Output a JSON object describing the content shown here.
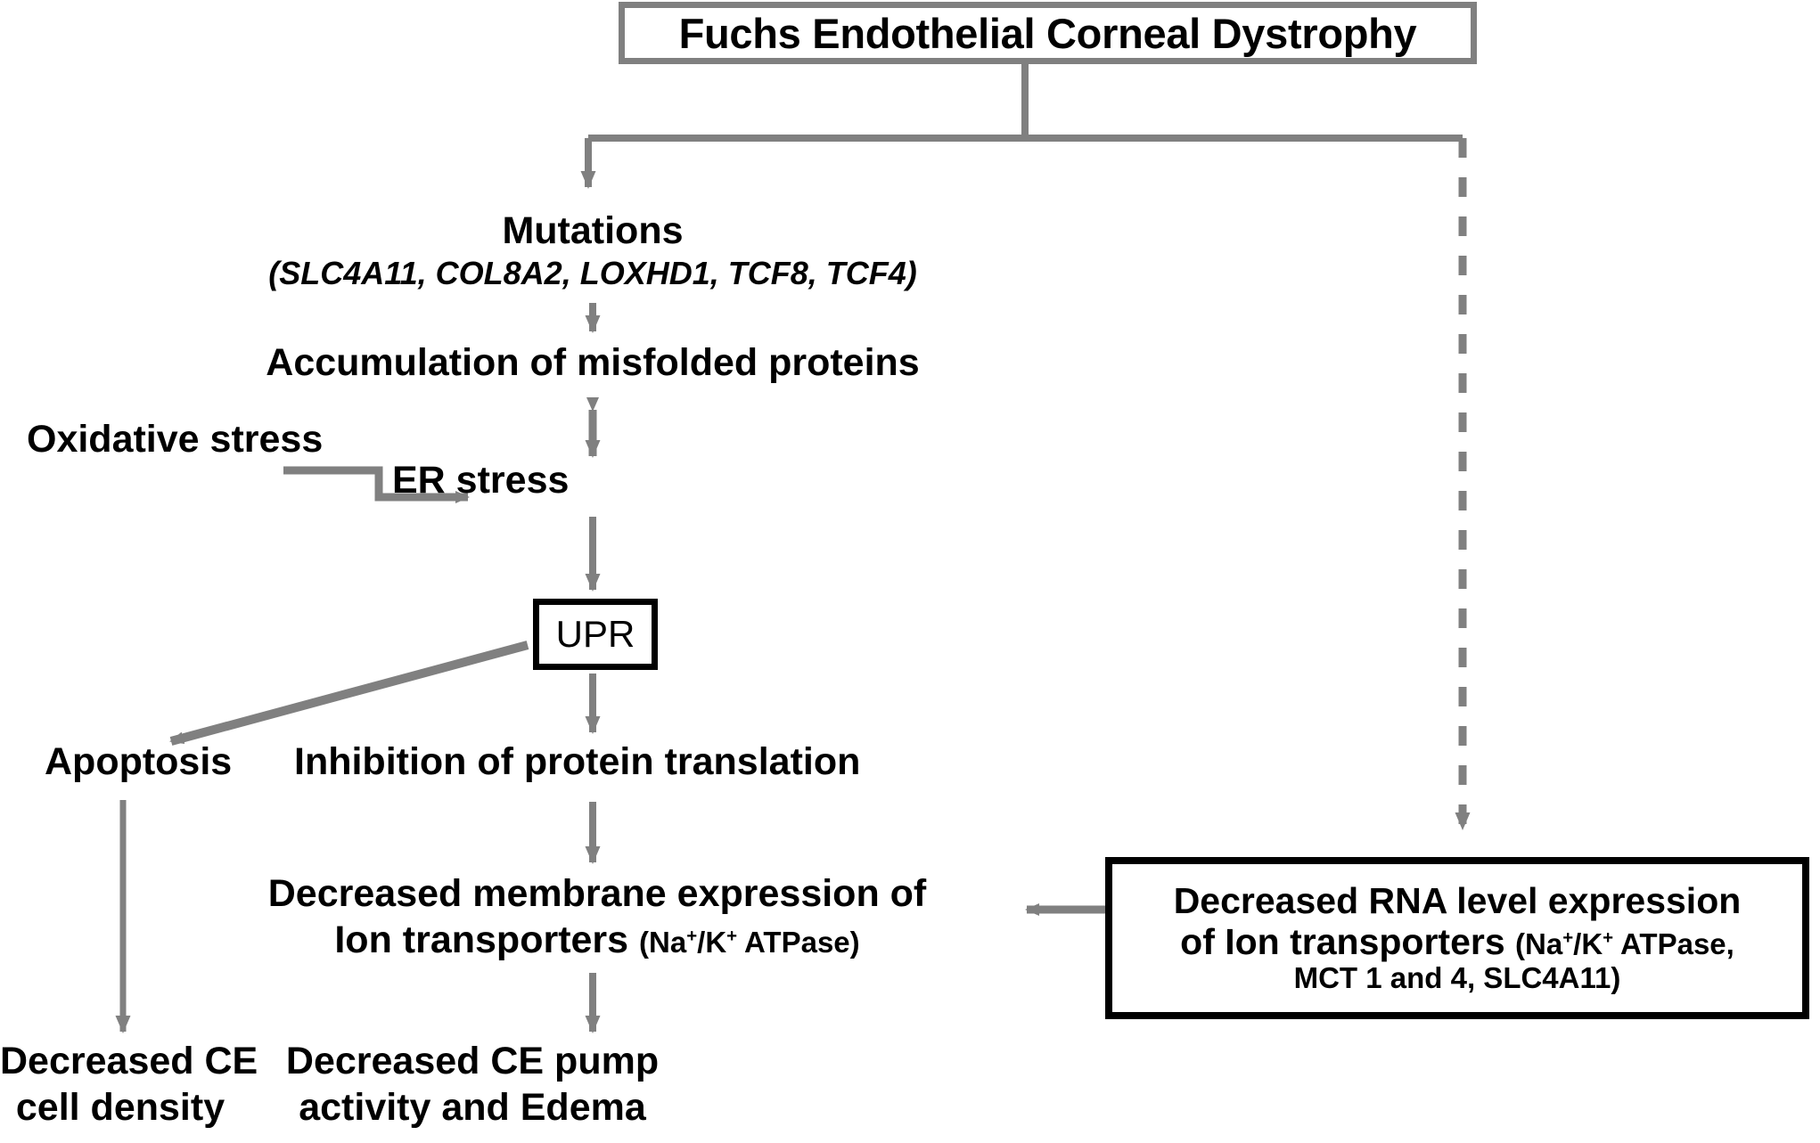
{
  "diagram": {
    "title": "Fuchs Endothelial Corneal Dystrophy",
    "title_lead": "Fuchs",
    "title_rest": " Endothelial Corneal Dystrophy",
    "nodes": {
      "mutations": "Mutations",
      "mutations_genes": "(SLC4A11, COL8A2, LOXHD1, TCF8, TCF4)",
      "accumulation": "Accumulation of misfolded proteins",
      "oxidative_stress": "Oxidative stress",
      "er_stress": "ER stress",
      "upr": "UPR",
      "apoptosis": "Apoptosis",
      "inhibition": "Inhibition of protein translation",
      "membrane_line1": "Decreased membrane expression of",
      "membrane_line2_main": "Ion transporters ",
      "membrane_line2_small": "(Na+/K+ ATPase)",
      "rna_line1": "Decreased RNA level expression",
      "rna_line2_main": "of Ion transporters ",
      "rna_line2_small": "(Na+/K+ ATPase,",
      "rna_line3_small": "MCT 1 and 4, SLC4A11)",
      "ce_density_line1": "Decreased CE",
      "ce_density_line2": "cell density",
      "ce_pump_line1": "Decreased CE pump",
      "ce_pump_line2": "activity and Edema"
    },
    "colors": {
      "arrow_gray": "#808080",
      "box_black": "#000000",
      "title_border": "#808080",
      "text": "#000000",
      "background": "#ffffff"
    },
    "edges": [
      {
        "from": "title",
        "to": "mutations",
        "style": "solid",
        "arrow": "single"
      },
      {
        "from": "title",
        "to": "rna_box",
        "style": "dashed",
        "arrow": "single"
      },
      {
        "from": "mutations",
        "to": "accumulation",
        "style": "solid",
        "arrow": "single"
      },
      {
        "from": "accumulation",
        "to": "er_stress",
        "style": "solid",
        "arrow": "double"
      },
      {
        "from": "oxidative_stress",
        "to": "er_stress",
        "style": "solid",
        "arrow": "single"
      },
      {
        "from": "er_stress",
        "to": "upr",
        "style": "solid",
        "arrow": "single"
      },
      {
        "from": "upr",
        "to": "apoptosis",
        "style": "solid",
        "arrow": "single"
      },
      {
        "from": "upr",
        "to": "inhibition",
        "style": "solid",
        "arrow": "single"
      },
      {
        "from": "inhibition",
        "to": "membrane",
        "style": "solid",
        "arrow": "single"
      },
      {
        "from": "membrane",
        "to": "ce_pump",
        "style": "solid",
        "arrow": "single"
      },
      {
        "from": "apoptosis",
        "to": "ce_density",
        "style": "solid",
        "arrow": "single"
      },
      {
        "from": "rna_box",
        "to": "membrane",
        "style": "solid",
        "arrow": "single"
      }
    ]
  }
}
